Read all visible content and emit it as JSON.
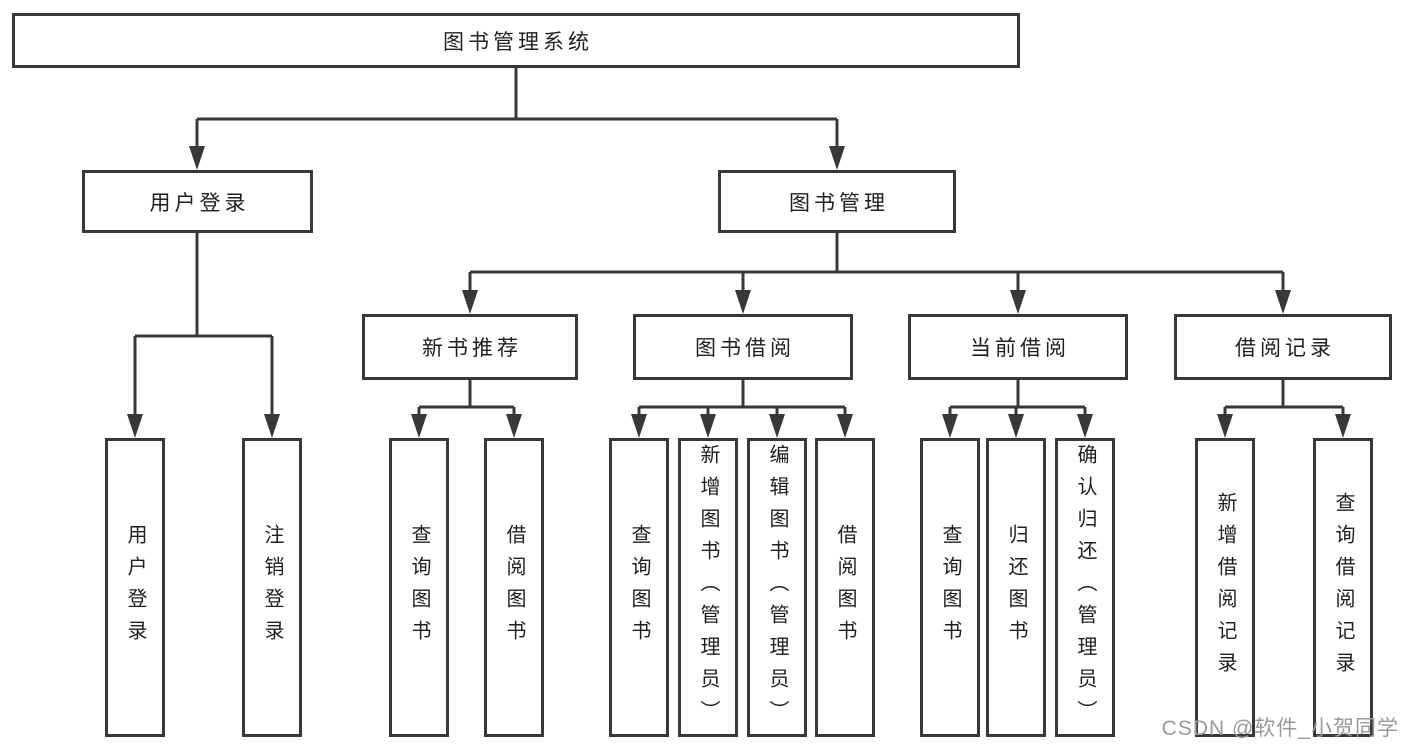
{
  "colors": {
    "background": "#ffffff",
    "line": "#383838",
    "box_border": "#383838",
    "text": "#1f1f1f",
    "watermark": "#999999"
  },
  "watermark": "CSDN @软件_小贺同学",
  "tree": {
    "label": "图书管理系统",
    "children": [
      {
        "label": "用户登录",
        "children": [
          {
            "label": "用户登录"
          },
          {
            "label": "注销登录"
          }
        ]
      },
      {
        "label": "图书管理",
        "children": [
          {
            "label": "新书推荐",
            "children": [
              {
                "label": "查询图书"
              },
              {
                "label": "借阅图书"
              }
            ]
          },
          {
            "label": "图书借阅",
            "children": [
              {
                "label": "查询图书"
              },
              {
                "label": "新增图书（管理员）"
              },
              {
                "label": "编辑图书（管理员）"
              },
              {
                "label": "借阅图书"
              }
            ]
          },
          {
            "label": "当前借阅",
            "children": [
              {
                "label": "查询图书"
              },
              {
                "label": "归还图书"
              },
              {
                "label": "确认归还（管理员）"
              }
            ]
          },
          {
            "label": "借阅记录",
            "children": [
              {
                "label": "新增借阅记录"
              },
              {
                "label": "查询借阅记录"
              }
            ]
          }
        ]
      }
    ]
  }
}
